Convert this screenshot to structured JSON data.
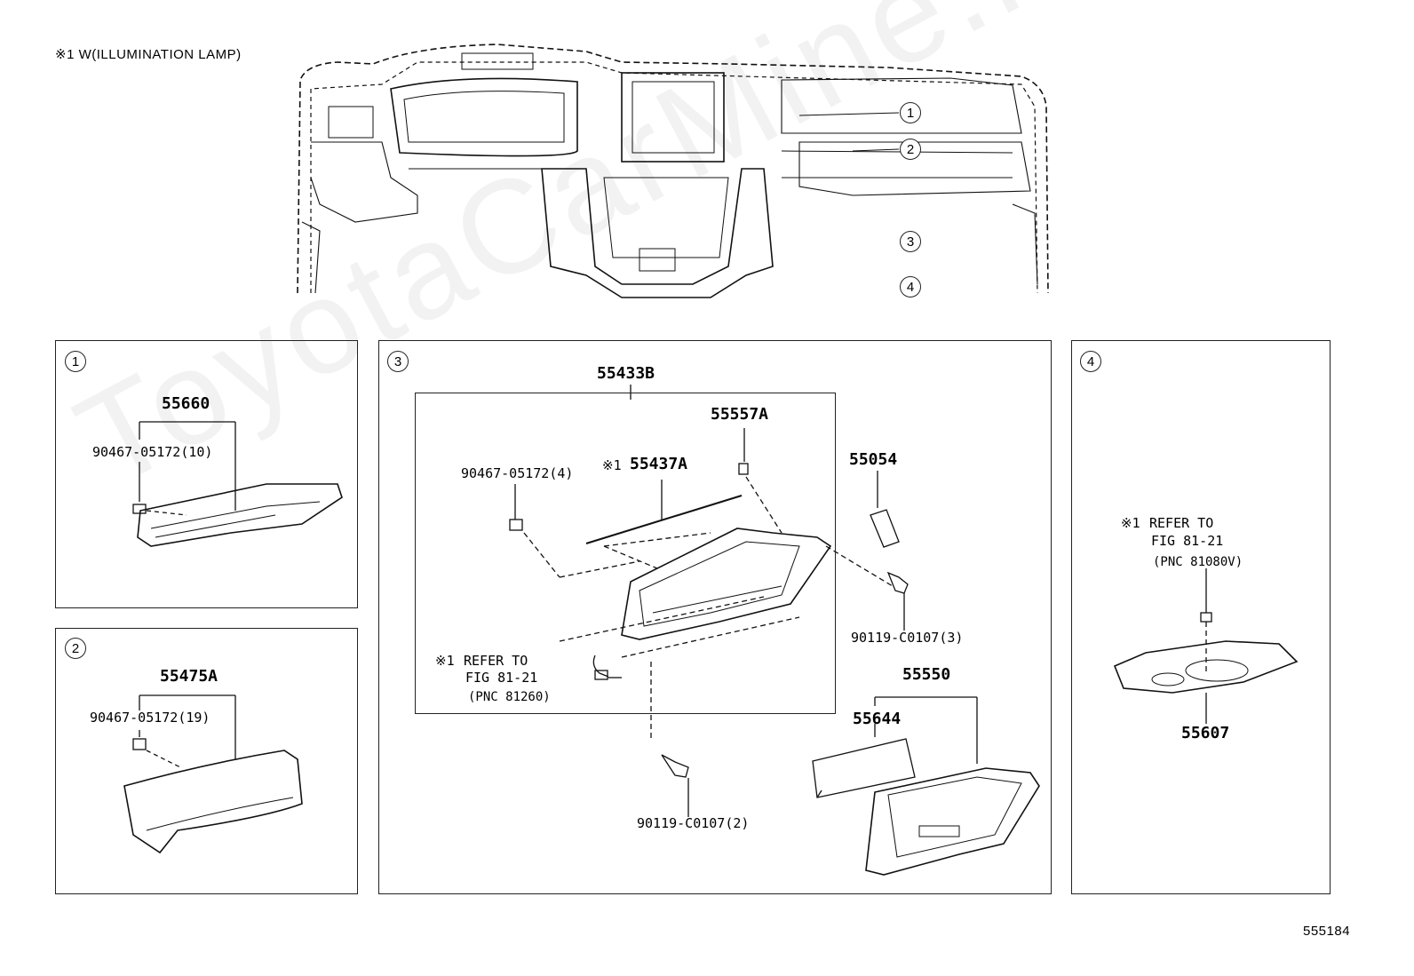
{
  "header_note": "※1 W(ILLUMINATION LAMP)",
  "overview": {
    "callouts": [
      "1",
      "2",
      "3",
      "4"
    ]
  },
  "watermark": "ToyotaCarMine.ru",
  "figure_id": "555184",
  "panels": [
    {
      "number": "1",
      "labels": {
        "assembly": "55660",
        "clip": "90467-05172(10)"
      }
    },
    {
      "number": "2",
      "labels": {
        "assembly": "55475A",
        "clip": "90467-05172(19)"
      }
    },
    {
      "number": "3",
      "labels": {
        "box_assembly": "55433B",
        "lamp_note": "※1",
        "lamp": "55437A",
        "clip": "90467-05172(4)",
        "stopper": "55557A",
        "damper": "55054",
        "screw_right": "90119-C0107(3)",
        "screw_bottom": "90119-C0107(2)",
        "refer_marker": "※1",
        "refer_line1": "REFER TO",
        "refer_line2": "FIG 81-21",
        "refer_pnc": "(PNC 81260)",
        "door": "55550",
        "pad": "55644"
      }
    },
    {
      "number": "4",
      "labels": {
        "refer_marker": "※1",
        "refer_line1": "REFER TO",
        "refer_line2": "FIG 81-21",
        "refer_pnc": "(PNC 81080V)",
        "cover": "55607"
      }
    }
  ]
}
